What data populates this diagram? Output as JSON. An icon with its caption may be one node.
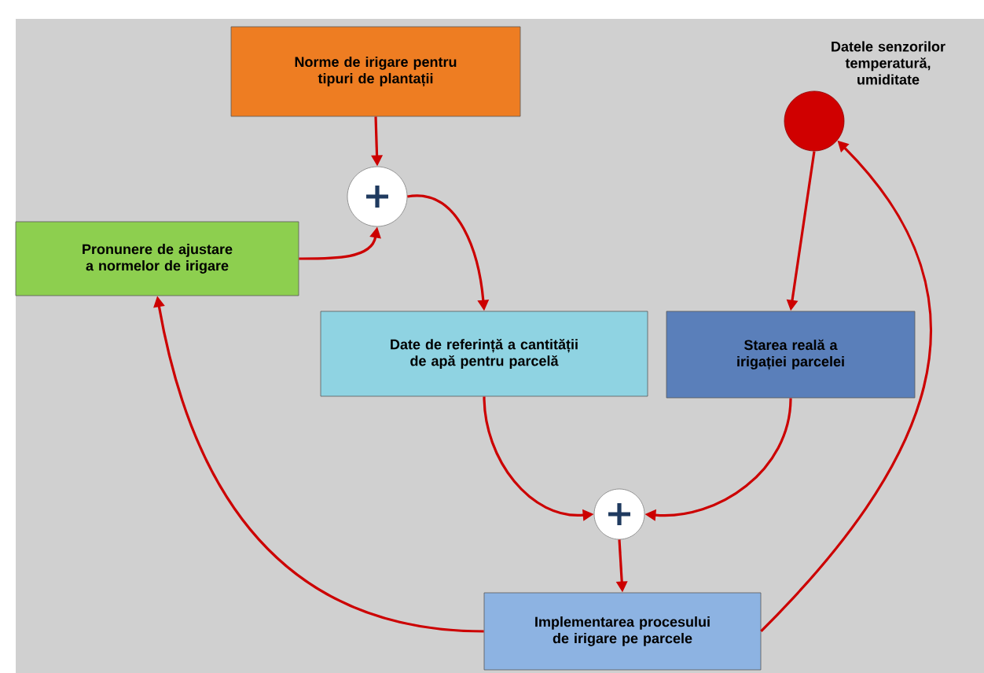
{
  "diagram": {
    "nodes": [
      {
        "text": [
          "Norme de irigare pentru tipuri de plantații"
        ]
      },
      {
        "text": [],
        "shape": "circle"
      },
      {
        "text": [
          "Pronunere de ajustare a normelor de irigare"
        ]
      },
      {
        "text": [
          "Date de referință a cantității de apă pentru parcelă"
        ]
      },
      {
        "text": [
          "Datele senzorilor temperatură, umiditate"
        ]
      },
      {
        "text": [
          "Starea reală a irigației parcelei"
        ]
      },
      {
        "text": [],
        "shape": "circle"
      },
      {
        "text": [
          "Implementarea procesului de irigare pe parcele"
        ]
      }
    ],
    "edges": [
      {
        "from": 0,
        "to": 1,
        "arrow": "to"
      },
      {
        "from": 2,
        "to": 1,
        "arrow": "to"
      },
      {
        "from": 1,
        "to": 3,
        "arrow": "to"
      },
      {
        "from": 4,
        "to": 5,
        "arrow": "to"
      },
      {
        "from": 3,
        "to": 6,
        "arrow": "to"
      },
      {
        "from": 5,
        "to": 6,
        "arrow": "to"
      },
      {
        "from": 6,
        "to": 7,
        "arrow": "to"
      },
      {
        "from": 7,
        "to": 2,
        "arrow": "to"
      },
      {
        "from": 7,
        "to": 4,
        "arrow": "to"
      }
    ]
  }
}
